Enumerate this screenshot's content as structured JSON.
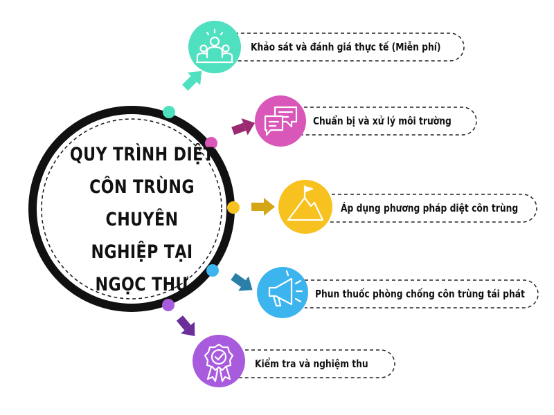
{
  "title": "QUY TRÌNH DIỆT CÔN TRÙNG CHUYÊN NGHIỆP TẠI NGỌC THƯ",
  "title_lines": [
    "QUY TRÌNH DIỆT",
    "CÔN TRÙNG CHUYÊN",
    "NGHIỆP TẠI",
    "NGỌC THƯ"
  ],
  "steps": [
    {
      "label": "Khảo sát và đánh giá thực tế (Miễn phí)",
      "color": "#4fe0c0",
      "icon": "people-group-icon"
    },
    {
      "label": "Chuẩn bị và xử lý môi trường",
      "color": "#d957b8",
      "icon": "chat-bubbles-icon"
    },
    {
      "label": "Áp dụng phương pháp diệt côn trùng",
      "color": "#f7c21f",
      "icon": "mountain-flag-icon"
    },
    {
      "label": "Phun thuốc phòng chống côn trùng tái phát",
      "color": "#3cb4ee",
      "icon": "megaphone-icon"
    },
    {
      "label": "Kiểm tra và nghiệm thu",
      "color": "#a85bdc",
      "icon": "award-badge-icon"
    }
  ]
}
